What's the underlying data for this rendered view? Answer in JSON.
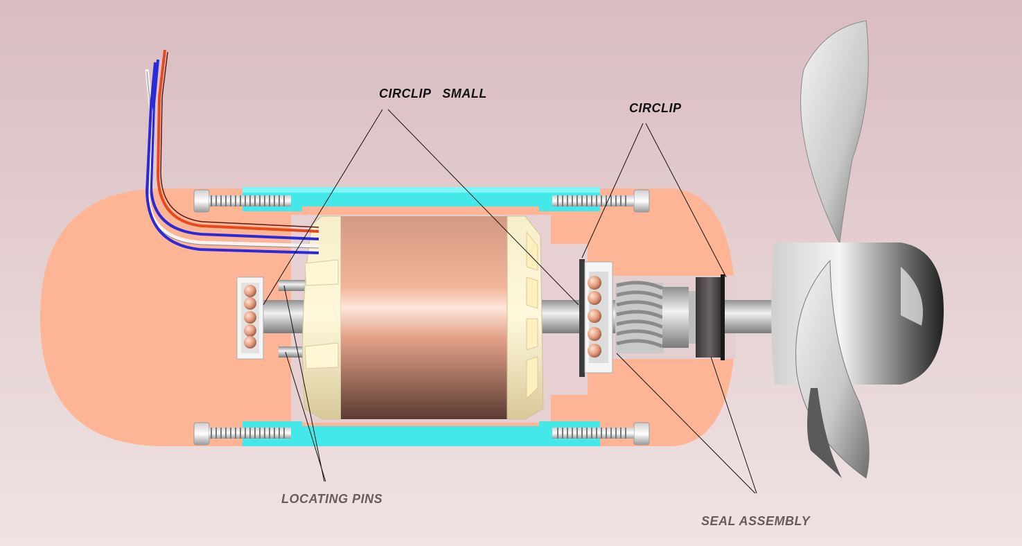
{
  "labels": {
    "circlip_small": "CIRCLIP   SMALL",
    "circlip": "CIRCLIP",
    "locating_pins": "LOCATING PINS",
    "seal_assembly": "SEAL ASSEMBLY"
  },
  "colors": {
    "housing": "#fdb596",
    "cap": "#45e8e8",
    "rotor": "#e7a487",
    "endbell": "#f6e8b4",
    "ball": "#e8a382",
    "wire_red": "#e8481a",
    "wire_blue": "#2c2ad8",
    "wire_white": "#f4f4f4"
  }
}
